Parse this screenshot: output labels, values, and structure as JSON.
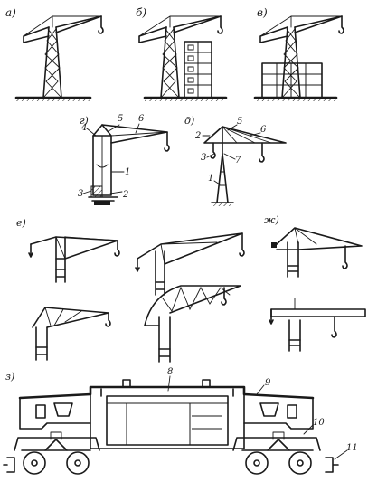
{
  "panels": {
    "a": "а)",
    "b": "б)",
    "v": "в)",
    "g": "г)",
    "d": "д)",
    "e": "е)",
    "zh": "ж)",
    "z": "з)"
  },
  "callouts": {
    "g": [
      "4",
      "5",
      "6",
      "1",
      "3",
      "2"
    ],
    "d": [
      "2",
      "5",
      "6",
      "3",
      "7",
      "1"
    ],
    "z": [
      "8",
      "9",
      "10",
      "11"
    ]
  },
  "colors": {
    "ink": "#1a1a1a",
    "paper": "#ffffff"
  }
}
